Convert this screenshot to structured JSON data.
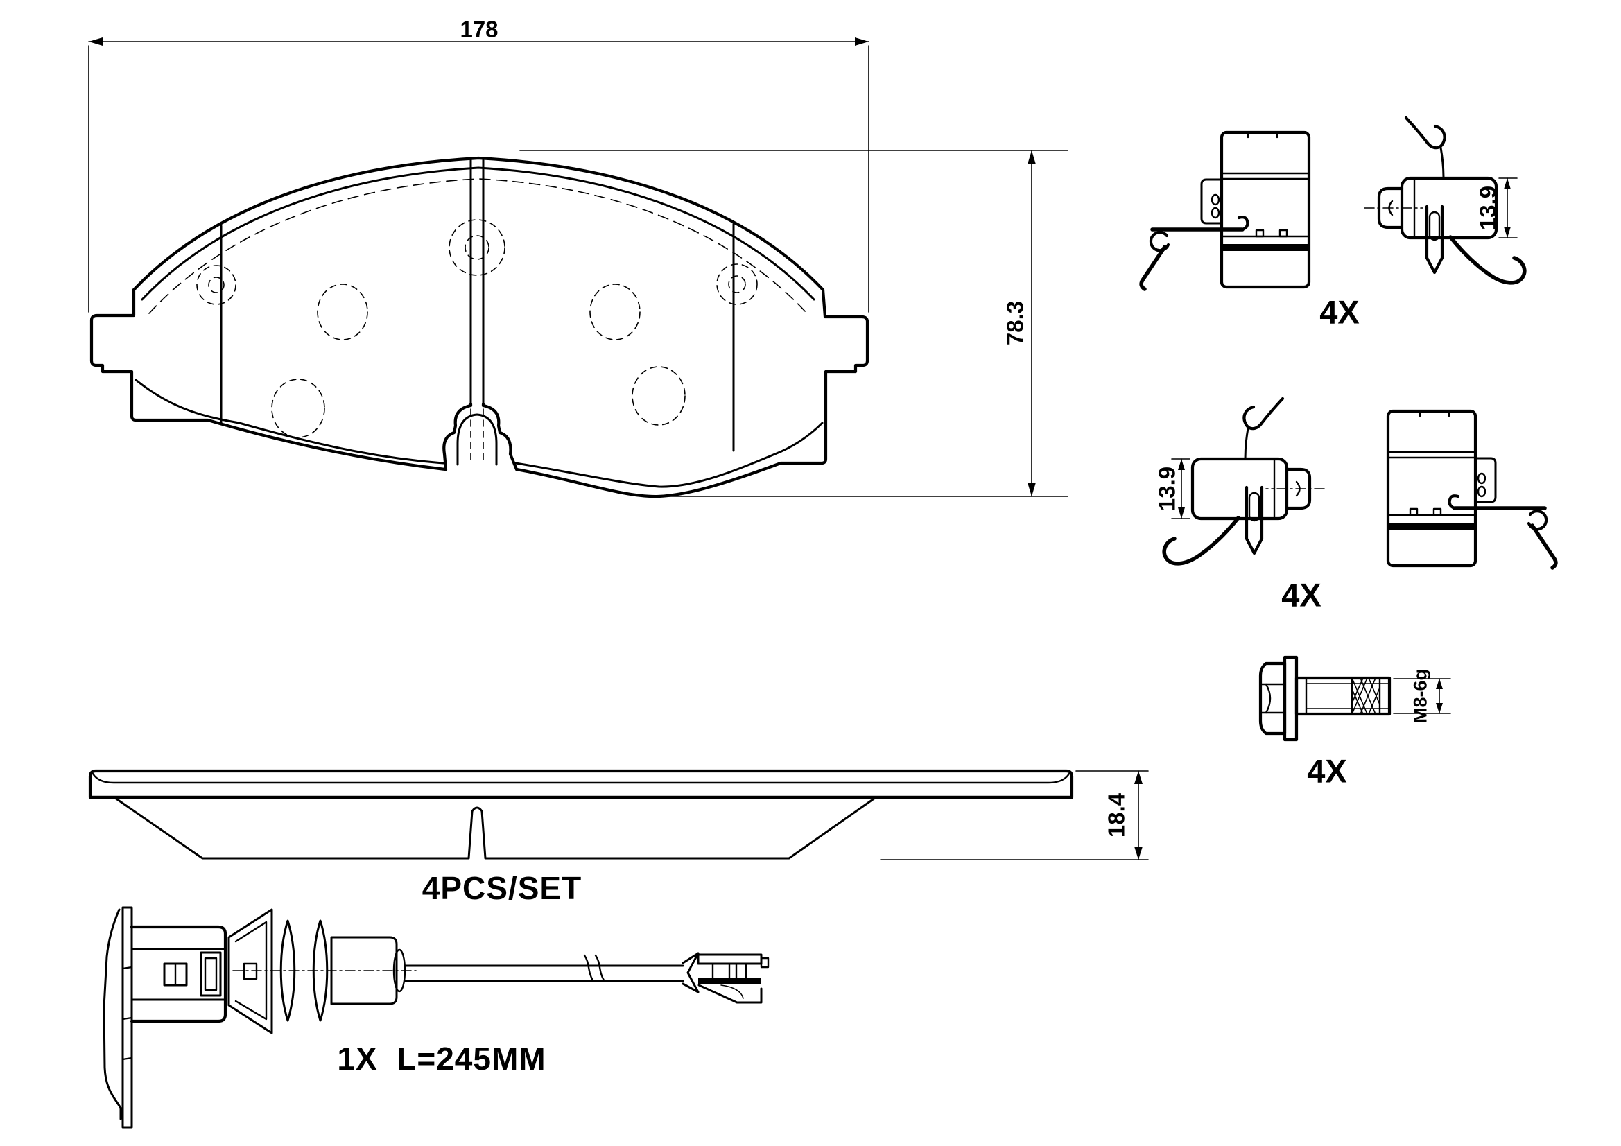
{
  "drawing": {
    "front_view": {
      "width_dim": "178",
      "height_dim": "78.3"
    },
    "side_view": {
      "thickness_dim": "18.4",
      "set_label": "4PCS/SET"
    },
    "sensor": {
      "qty_length_label": "1X  L=245MM"
    },
    "clip_set_top": {
      "height_dim": "13.9",
      "qty_label": "4X"
    },
    "clip_set_middle": {
      "height_dim": "13.9",
      "qty_label": "4X"
    },
    "bolt": {
      "thread_label": "M8-6g",
      "qty_label": "4X"
    }
  },
  "colors": {
    "line": "#000000",
    "background": "#ffffff"
  }
}
